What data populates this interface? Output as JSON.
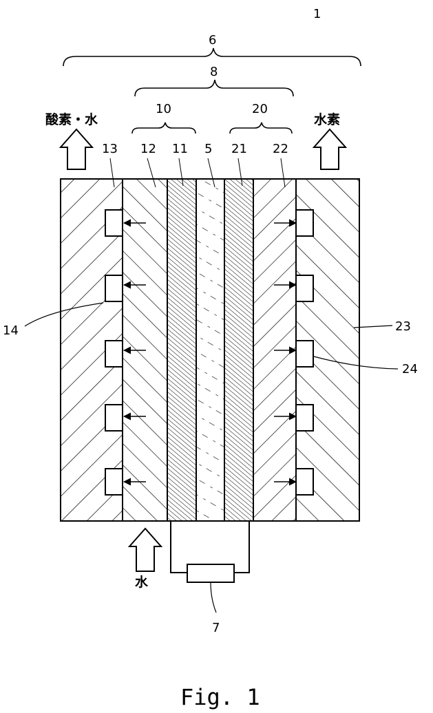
{
  "figure": {
    "device_number": "1",
    "caption": "Fig. 1"
  },
  "braces": {
    "outer": "6",
    "inner": "8",
    "anode": "10",
    "cathode": "20"
  },
  "flows": {
    "anode_out": "酸素・水",
    "cathode_out": "水素",
    "water_in": "水"
  },
  "parts": {
    "p13": "13",
    "p12": "12",
    "p11": "11",
    "p5": "5",
    "p21": "21",
    "p22": "22",
    "p14": "14",
    "p23": "23",
    "p24": "24",
    "p7": "7"
  }
}
